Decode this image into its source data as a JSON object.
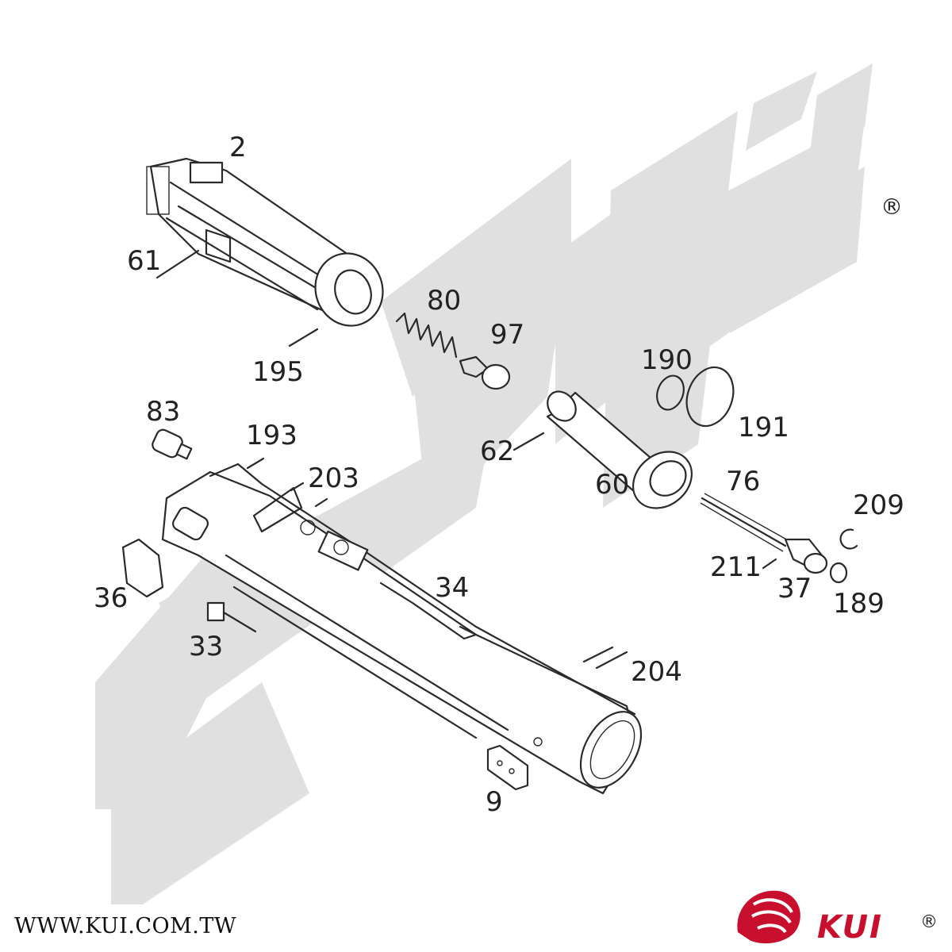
{
  "diagram": {
    "part_numbers": [
      "2",
      "61",
      "195",
      "80",
      "97",
      "190",
      "191",
      "83",
      "193",
      "203",
      "62",
      "60",
      "76",
      "209",
      "36",
      "211",
      "37",
      "189",
      "34",
      "33",
      "204",
      "9"
    ]
  },
  "watermark": {
    "color": "#e0e0e0"
  },
  "brand": {
    "website": "WWW.KUI.COM.TW",
    "logo_text": "KUI",
    "registered_mark": "®",
    "logo_color": "#c8102e",
    "logo_icon": "lion-head-icon"
  }
}
